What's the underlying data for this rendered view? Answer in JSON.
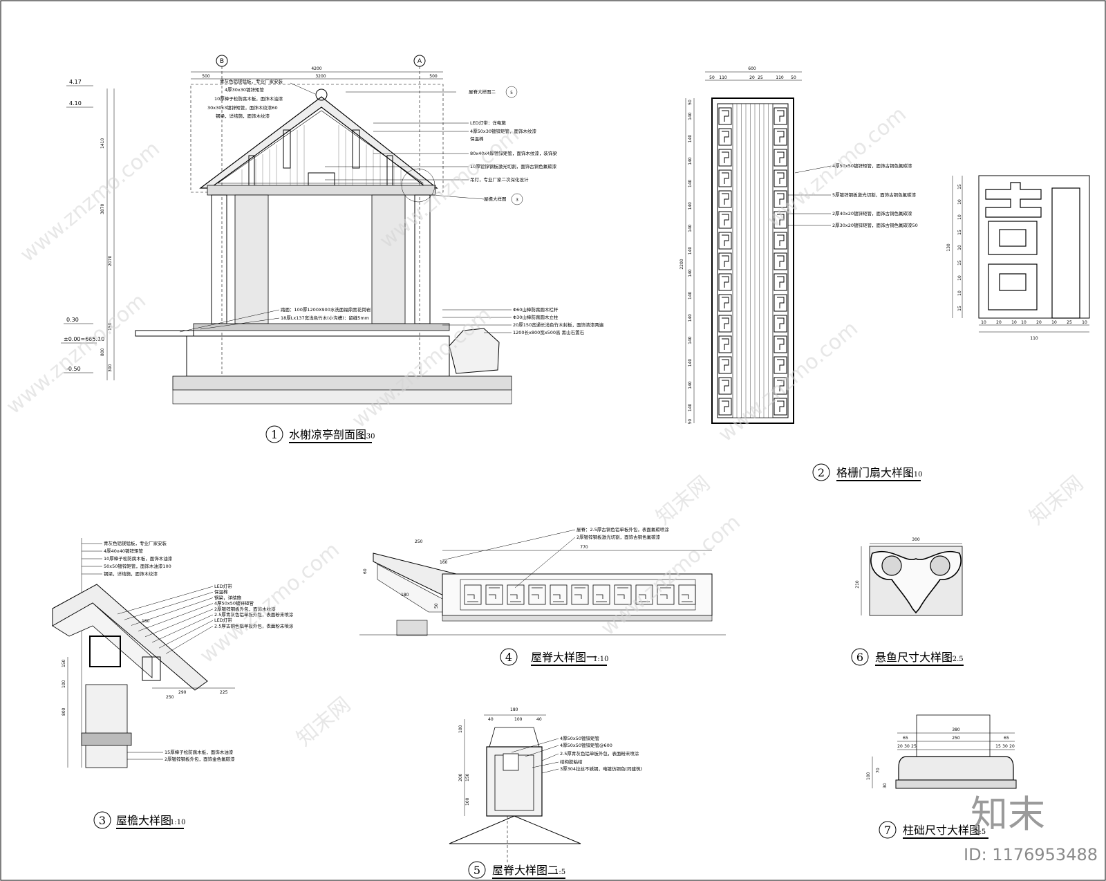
{
  "watermark": {
    "site": "www.znzmo.com",
    "brand_cn": "知末网",
    "brand_logo": "知末",
    "image_id": "ID: 1176953488"
  },
  "drawings": [
    {
      "num": "1",
      "title": "水榭凉亭剖面图",
      "scale": "1:30"
    },
    {
      "num": "2",
      "title": "格栅门扇大样图",
      "scale": "1:10"
    },
    {
      "num": "3",
      "title": "屋檐大样图",
      "scale": "1:10"
    },
    {
      "num": "4",
      "title": "屋脊大样图一",
      "scale": "1:10"
    },
    {
      "num": "5",
      "title": "屋脊大样图二",
      "scale": "1:5"
    },
    {
      "num": "6",
      "title": "悬鱼尺寸大样图",
      "scale": "1:2.5"
    },
    {
      "num": "7",
      "title": "柱础尺寸大样图",
      "scale": "1:5"
    }
  ],
  "section": {
    "grid_axes": [
      "B",
      "A"
    ],
    "elevations": [
      "4.17",
      "4.10",
      "0.30",
      "±0.00=665.10",
      "-0.50"
    ],
    "top_dims": [
      "4200",
      "500",
      "3200",
      "500"
    ],
    "left_dims": [
      "1410",
      "3870",
      "2070",
      "150",
      "800",
      "300"
    ],
    "callout_refs": [
      {
        "label": "屋脊大样图二",
        "num": "5"
      },
      {
        "label": "屋檐大样图",
        "num": "3"
      }
    ],
    "notes_left": [
      "青灰色铝镁锰板，专业厂家安装",
      "4厚30x30镀锌矩管",
      "10厚樟子松防腐木板，面饰木油漆",
      "30x30x3镀锌矩管，面饰木纹漆60",
      "钢梁，详结施，面饰木纹漆"
    ],
    "notes_right": [
      "LED灯带：详电施",
      "4厚50x30镀锌矩管，面饰木纹漆",
      "保温棉",
      "80x40x4厚镀锌矩管，面饰木纹漆，装饰梁",
      "10厚镀锌钢板激光切割，面饰古铜色氟碳漆",
      "吊灯，专业厂家二次深化设计"
    ],
    "notes_floor": [
      "踏面：100厚1200X900水洗面福鼎黑花岗岩",
      "18厚Lx137宽浅色竹木(小沟槽)：留缝5mm"
    ],
    "notes_rail": [
      "Φ60山樟防腐圆木栏杆",
      "Φ30山樟防腐圆木立柱",
      "20厚150宽通长浅色竹木封板，面饰清漆两遍",
      "1200长x800宽x500高 黑山石置石"
    ]
  },
  "door": {
    "top_dims": [
      "600",
      "50",
      "110",
      "20",
      "25",
      "110",
      "50"
    ],
    "height_dim": "2200",
    "row_dims": [
      "50",
      "140",
      "140",
      "140",
      "140",
      "140",
      "140",
      "140",
      "140",
      "140",
      "140",
      "140",
      "140",
      "140",
      "140",
      "50"
    ],
    "notes": [
      "4厚50x50镀锌矩管，面饰古铜色氟碳漆",
      "5厚镀锌钢板激光切割，面饰古铜色氟碳漆",
      "2厚40x20镀锌矩管，面饰古铜色氟碳漆",
      "2厚30x20镀锌矩管，面饰古铜色氟碳漆50"
    ]
  },
  "pattern": {
    "bottom_dims": [
      "10",
      "20",
      "10",
      "10",
      "20",
      "10",
      "25",
      "10"
    ],
    "total_width": "110",
    "left_dims": [
      "15",
      "10",
      "10",
      "15",
      "10",
      "15",
      "10",
      "10",
      "15"
    ],
    "height": "130"
  },
  "eave": {
    "notes_top": [
      "青灰色铝镁锰板，专业厂家安装",
      "4厚40x40镀锌矩管",
      "10厚樟子松防腐木板，面饰木油漆",
      "50x50镀锌矩管，面饰木油漆100",
      "钢梁，详结施，面饰木纹漆"
    ],
    "notes_mid": [
      "LED灯带",
      "保温棉",
      "钢梁，详结施",
      "4厚50x50镀锌矩管",
      "2厚镀锌钢板外包，面饰木纹漆",
      "2.5厚青灰色铝单板外包，表面粉末喷涂",
      "LED灯带",
      "2.5厚古铜色铝单板外包，表面粉末喷涂"
    ],
    "notes_bottom": [
      "15厚樟子松防腐木板，面饰木油漆",
      "2厚镀锌钢板外包，面饰金色氟碳漆"
    ],
    "dims": [
      "150",
      "100",
      "800",
      "290",
      "225",
      "180",
      "250"
    ]
  },
  "ridge1": {
    "notes": [
      "屋脊：2.5厚古铜色铝单板外包，表面氟碳喷涂",
      "2厚镀锌钢板激光切割，面饰古铜色氟碳漆"
    ],
    "dims": [
      "250",
      "770",
      "180",
      "60",
      "50",
      "160"
    ]
  },
  "ridge2": {
    "top_dims": [
      "180",
      "40",
      "100",
      "40"
    ],
    "notes": [
      "4厚50x50镀锌矩管",
      "4厚50x50镀锌矩管@600",
      "2.5厚青灰色铝单板外包，表面粉末喷涂",
      "结构胶粘结",
      "3厚304拉丝不锈钢，电镀仿铜色(同建筑)"
    ],
    "left_dims": [
      "100",
      "200",
      "150",
      "100"
    ]
  },
  "fish": {
    "width": "300",
    "height": "210"
  },
  "plinth": {
    "dims_top": [
      "380",
      "65",
      "250",
      "65",
      "20",
      "30",
      "25",
      "15",
      "30",
      "20"
    ],
    "dims_left": [
      "100",
      "70",
      "30"
    ]
  }
}
